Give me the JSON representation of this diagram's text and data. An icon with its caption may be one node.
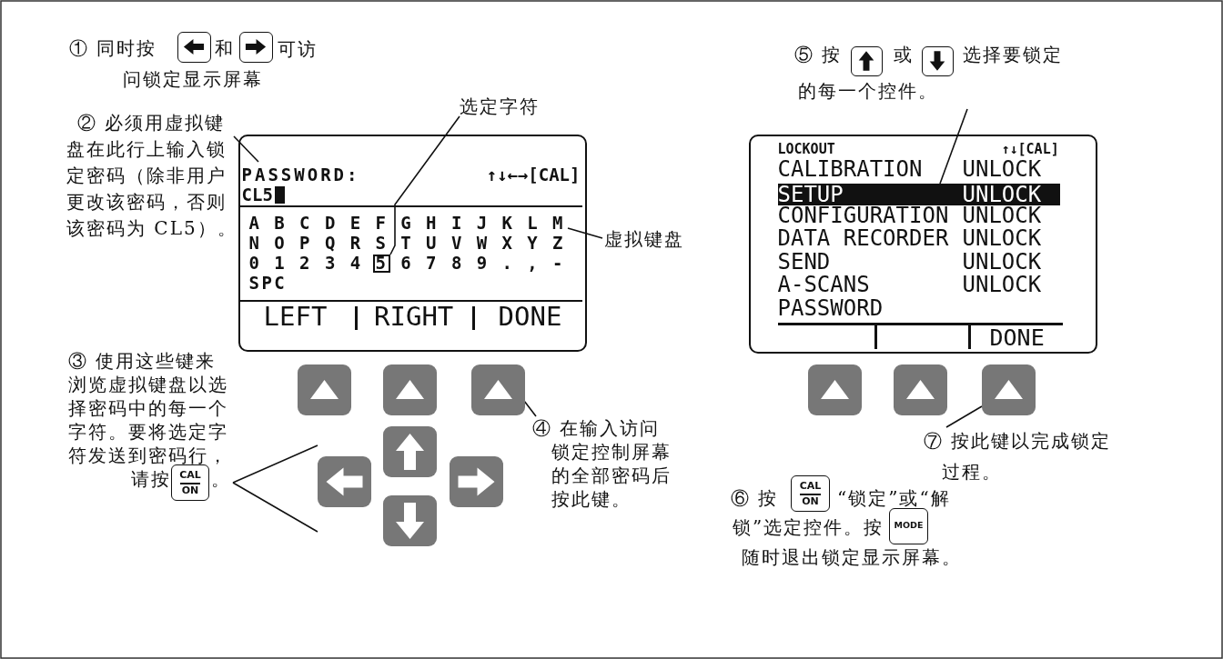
{
  "diagram": {
    "nodes": [
      {
        "text": [
          "② 必须用虚拟键盘在此行上输入锁定密码（除非用户更改该密码，否则该密码为 CL5）。"
        ]
      },
      {
        "text": [
          "选定字符"
        ]
      },
      {
        "text": [
          "↑↓←→[CAL]",
          "LEFT",
          "RIGHT",
          "DONE"
        ]
      },
      {
        "text": [
          "PASSWORD:",
          "CL5"
        ],
        "in": 2
      },
      {
        "text": [
          "A B C D E F G H I J K L M",
          "N O P Q R S T U V W X Y Z",
          "0 1 2 3 4 5 6 7 8 9 . , -",
          "SPC"
        ],
        "in": 2
      },
      {
        "text": [],
        "shape": "box",
        "in": 4
      },
      {
        "text": [
          "虚拟键盘"
        ]
      },
      {
        "text": [
          "③ 使用这些键来浏览虚拟键盘以选择密码中的每一个字符。要将选定字符发送到密码行，请按",
          "。"
        ]
      },
      {
        "text": [
          "CAL",
          "ON"
        ]
      },
      {
        "text": [],
        "shape": "box"
      },
      {
        "text": [],
        "shape": "box"
      },
      {
        "text": [],
        "shape": "box"
      },
      {
        "text": [],
        "shape": "box"
      },
      {
        "text": [
          "④ 在输入访问锁定控制屏幕的全部密码后按此键。"
        ]
      },
      {
        "text": [
          "⑤ 按",
          "或",
          "选择要锁定的每一个控件。"
        ]
      },
      {
        "text": [
          "LOCKOUT",
          "↑↓[CAL]",
          "CALIBRATION",
          "UNLOCK",
          "CONFIGURATION",
          "UNLOCK",
          "DATA RECORDER",
          "UNLOCK",
          "SEND",
          "UNLOCK",
          "A-SCANS",
          "UNLOCK",
          "PASSWORD",
          "DONE"
        ]
      },
      {
        "text": [
          "SETUP",
          "UNLOCK"
        ],
        "in": 15
      },
      {
        "text": [],
        "shape": "box"
      },
      {
        "text": [],
        "shape": "box"
      },
      {
        "text": [],
        "shape": "box"
      },
      {
        "text": [
          "⑦ 按此键以完成锁定过程。"
        ]
      },
      {
        "text": [
          "CAL",
          "ON"
        ]
      },
      {
        "text": [
          "MODE"
        ]
      }
    ],
    "edges": [
      {
        "from": 0,
        "to": 3,
        "arrow": "none"
      },
      {
        "from": 1,
        "to": 5,
        "arrow": "none"
      },
      {
        "from": 6,
        "to": 4,
        "arrow": "none"
      },
      {
        "from": 7,
        "to": 12,
        "arrow": "none"
      },
      {
        "from": 13,
        "to": 11,
        "arrow": "none"
      },
      {
        "from": 14,
        "to": 16,
        "arrow": "none"
      },
      {
        "from": 20,
        "to": 19,
        "arrow": "none"
      }
    ],
    "labels": [
      "① 同时按",
      "和",
      "可访问锁定显示屏幕",
      "⑥ 按",
      "“锁定”或“解锁”选定控件。按",
      "随时退出锁定显示屏幕。"
    ]
  }
}
